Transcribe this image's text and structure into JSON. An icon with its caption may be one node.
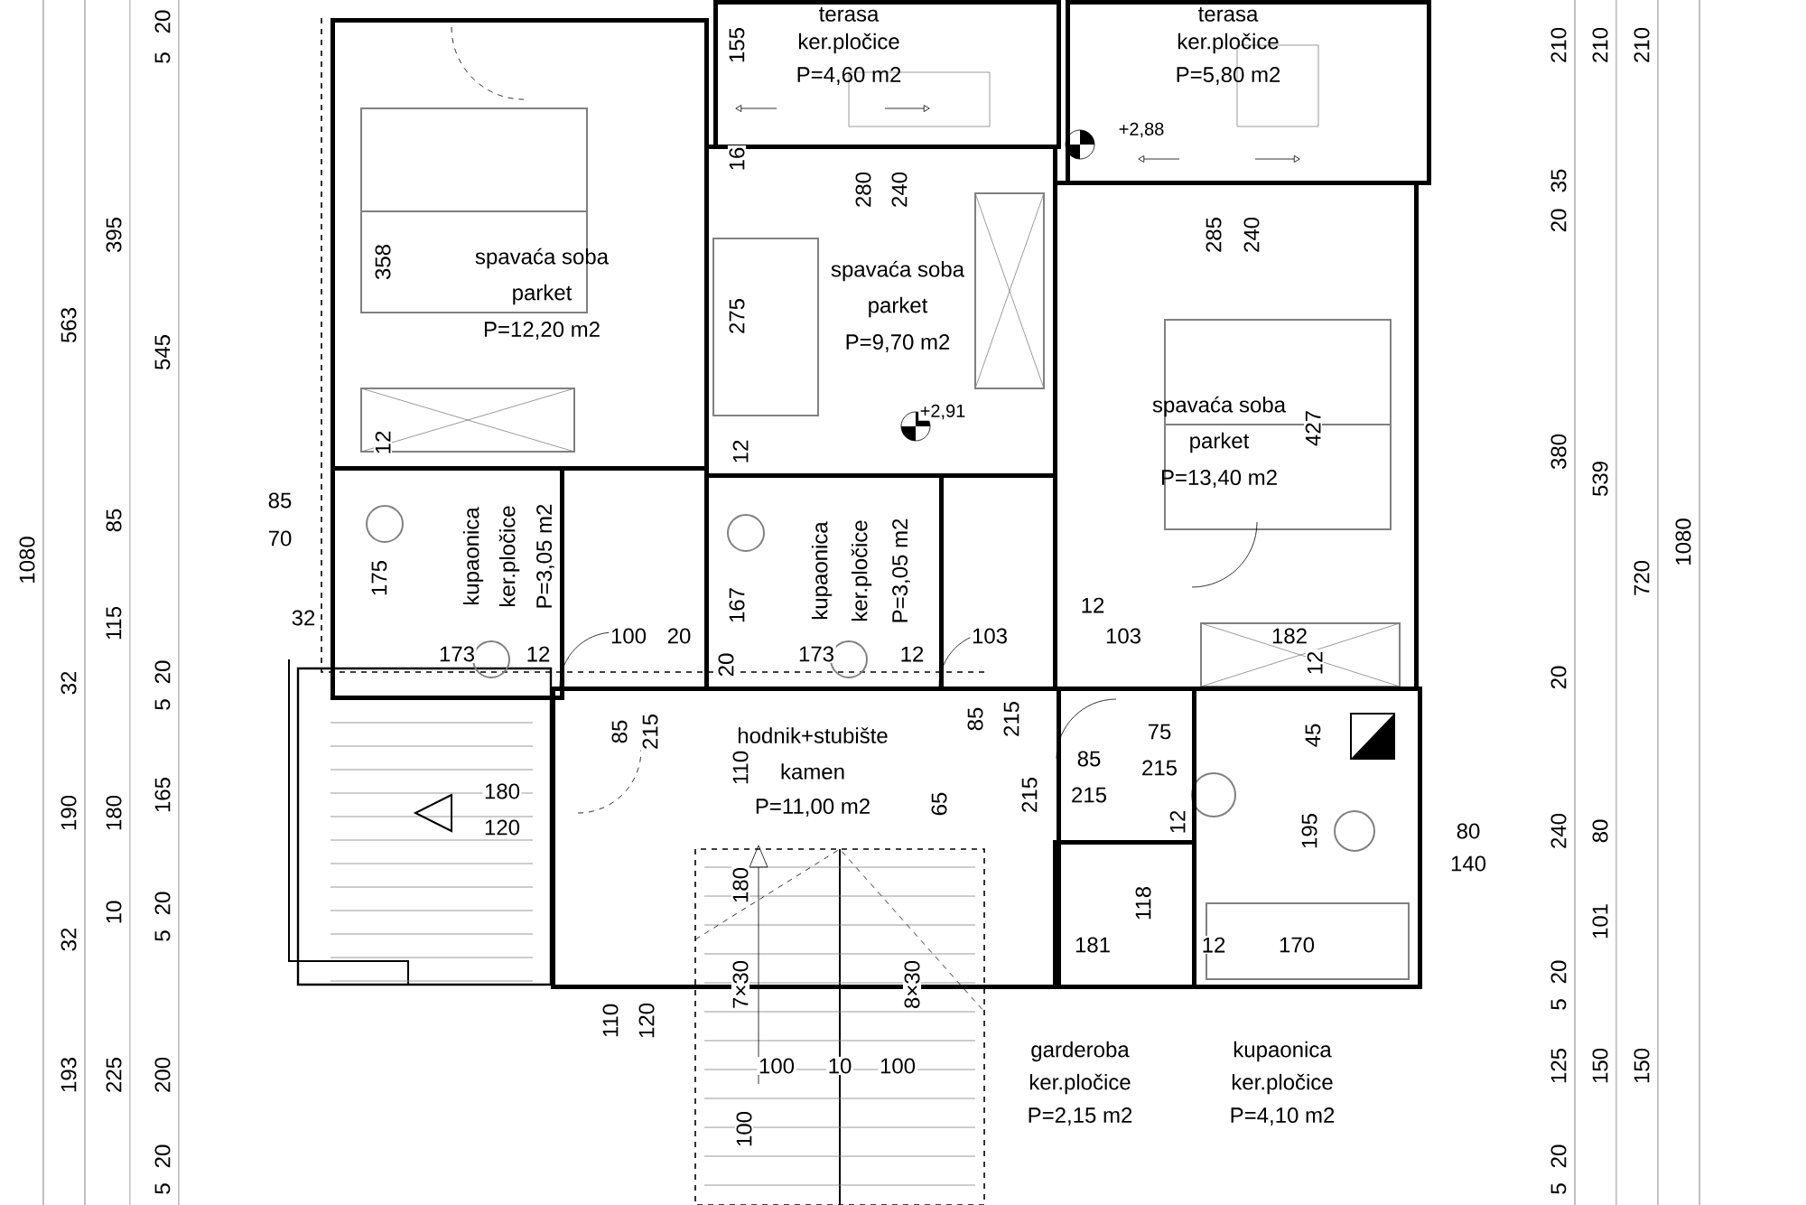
{
  "diagram": {
    "nodes": [
      {
        "text": [
          "terasa",
          "ker.pločice",
          "P=4,60 m2"
        ]
      },
      {
        "text": [
          "terasa",
          "ker.pločice",
          "P=5,80 m2"
        ]
      },
      {
        "text": [
          "spavaća soba",
          "parket",
          "P=12,20 m2"
        ]
      },
      {
        "text": [
          "spavaća soba",
          "parket",
          "P=9,70 m2"
        ]
      },
      {
        "text": [
          "spavaća soba",
          "parket",
          "P=13,40 m2"
        ]
      },
      {
        "text": [
          "kupaonica",
          "ker.pločice",
          "P=3,05 m2"
        ]
      },
      {
        "text": [
          "kupaonica",
          "ker.pločice",
          "P=3,05 m2"
        ]
      },
      {
        "text": [
          "hodnik+stubište",
          "kamen",
          "P=11,00 m2"
        ]
      },
      {
        "text": [
          "garderoba",
          "ker.pločice",
          "P=2,15 m2"
        ]
      },
      {
        "text": [
          "kupaonica",
          "ker.pločice",
          "P=4,10 m2"
        ]
      }
    ],
    "labels": [
      "1080",
      "563",
      "32",
      "190",
      "32",
      "193",
      "395",
      "85",
      "115",
      "180",
      "10",
      "225",
      "20",
      "5",
      "545",
      "20",
      "5",
      "165",
      "20",
      "5",
      "200",
      "20",
      "5",
      "155",
      "16",
      "280",
      "240",
      "+2,88",
      "285",
      "240",
      "358",
      "275",
      "+2,91",
      "427",
      "12",
      "12",
      "85",
      "70",
      "175",
      "167",
      "32",
      "12",
      "173",
      "12",
      "100",
      "20",
      "20",
      "173",
      "12",
      "103",
      "103",
      "182",
      "12",
      "45",
      "85",
      "215",
      "180",
      "120",
      "85",
      "215",
      "110",
      "65",
      "215",
      "85",
      "215",
      "75",
      "215",
      "12",
      "195",
      "80",
      "140",
      "180",
      "118",
      "181",
      "12",
      "170",
      "7×30",
      "8×30",
      "110",
      "120",
      "100",
      "10",
      "100",
      "100",
      "210",
      "210",
      "210",
      "35",
      "20",
      "380",
      "539",
      "720",
      "1080",
      "20",
      "240",
      "80",
      "101",
      "20",
      "5",
      "125",
      "150",
      "150",
      "20",
      "5"
    ]
  }
}
